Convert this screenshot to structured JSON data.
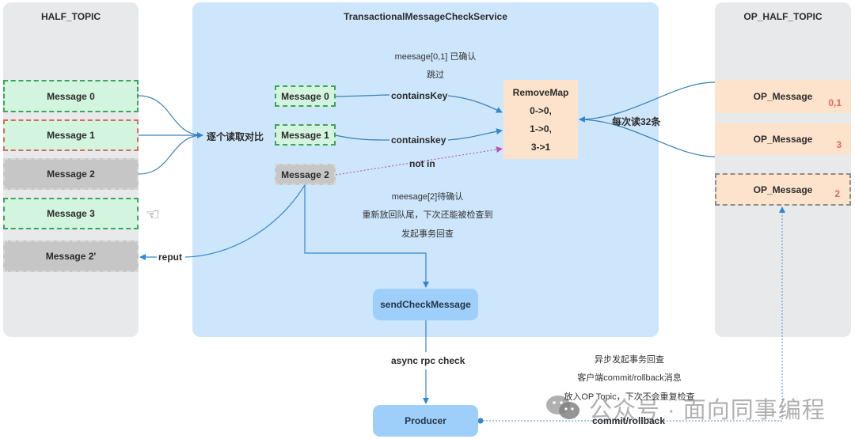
{
  "half_topic": {
    "title": "HALF_TOPIC",
    "messages": [
      {
        "label": "Message 0",
        "status": "confirmed"
      },
      {
        "label": "Message 1",
        "status": "confirmed-highlight"
      },
      {
        "label": "Message 2",
        "status": "pending"
      },
      {
        "label": "Message 3",
        "status": "confirmed"
      },
      {
        "label": "Message 2'",
        "status": "pending"
      }
    ],
    "pointer_icon": "☜"
  },
  "check_service": {
    "title": "TransactionalMessageCheckService",
    "note_confirmed": [
      "meesage[0,1] 已确认",
      "跳过"
    ],
    "read_compare": "逐个读取对比",
    "messages": [
      {
        "label": "Message 0"
      },
      {
        "label": "Message 1"
      },
      {
        "label": "Message 2"
      }
    ],
    "edge_labels": {
      "contains_key_0": "containsKey",
      "contains_key_1": "containskey",
      "not_in": "not in"
    },
    "remove_map": {
      "title": "RemoveMap",
      "entries": [
        "0->0,",
        "1->0,",
        "3->1"
      ]
    },
    "batch_read": "每次读32条",
    "note_pending": [
      "meesage[2]待确认",
      "重新放回队尾，下次还能被检查到",
      "发起事务回查"
    ],
    "send_check": "sendCheckMessage"
  },
  "reput": "reput",
  "async_rpc": "async rpc check",
  "producer": "Producer",
  "op_half_topic": {
    "title": "OP_HALF_TOPIC",
    "messages": [
      {
        "label": "OP_Message",
        "ids": "0,1"
      },
      {
        "label": "OP_Message",
        "ids": "3"
      },
      {
        "label": "OP_Message",
        "ids": "2"
      }
    ]
  },
  "callback_note": [
    "异步发起事务回查",
    "客户端commit/rollback消息",
    "放入OP Topic，下次不会重复检查"
  ],
  "commit_rollback": "commit/rollback",
  "watermark": "公众号 · 面向同事编程",
  "colors": {
    "service_bg": "#cde6fc",
    "topic_bg": "#e8e9ea",
    "confirmed_border": "#3ea35e",
    "highlight_border": "#d66b5b",
    "op_bg": "#fde3cb",
    "op_ids": "#e06a62",
    "action_box": "#9dcffa",
    "connector": "#3b82b8",
    "not_in_line": "#c04fb0"
  }
}
